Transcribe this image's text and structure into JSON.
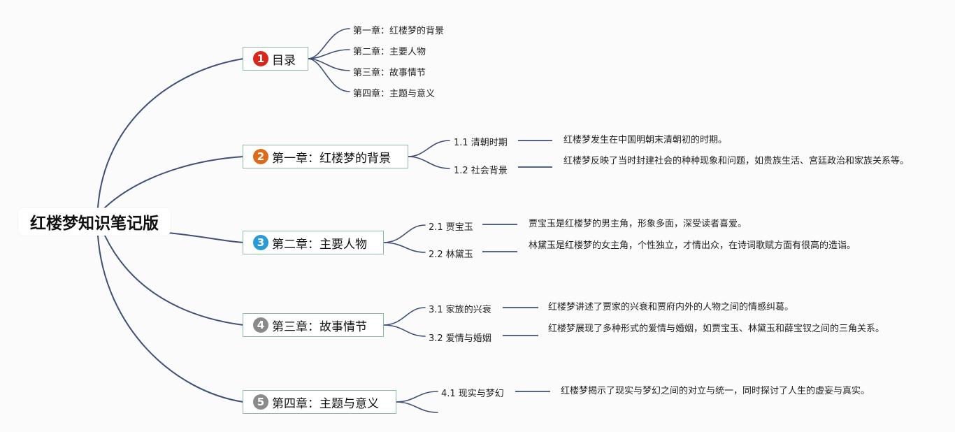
{
  "root": {
    "label": "红楼梦知识笔记版"
  },
  "colors": {
    "edge": "#3f4f7a",
    "node_border": "#8fb8a8",
    "badge_1": "#d8281b",
    "badge_2": "#e06a1b",
    "badge_3": "#2b9bd8",
    "badge_gray": "#8a8a8a"
  },
  "branches": [
    {
      "number": "1",
      "label": "目录",
      "items": [
        "第一章：红楼梦的背景",
        "第二章：主要人物",
        "第三章：故事情节",
        "第四章：主题与意义"
      ]
    },
    {
      "number": "2",
      "label": "第一章：红楼梦的背景",
      "children": [
        {
          "label": "1.1 清朝时期",
          "detail": "红楼梦发生在中国明朝末清朝初的时期。"
        },
        {
          "label": "1.2 社会背景",
          "detail": "红楼梦反映了当时封建社会的种种现象和问题，如贵族生活、宫廷政治和家族关系等。"
        }
      ]
    },
    {
      "number": "3",
      "label": "第二章：主要人物",
      "children": [
        {
          "label": "2.1 贾宝玉",
          "detail": "贾宝玉是红楼梦的男主角，形象多面，深受读者喜爱。"
        },
        {
          "label": "2.2 林黛玉",
          "detail": "林黛玉是红楼梦的女主角，个性独立，才情出众，在诗词歌赋方面有很高的造诣。"
        }
      ]
    },
    {
      "number": "4",
      "label": "第三章：故事情节",
      "children": [
        {
          "label": "3.1 家族的兴衰",
          "detail": "红楼梦讲述了贾家的兴衰和贾府内外的人物之间的情感纠葛。"
        },
        {
          "label": "3.2 爱情与婚姻",
          "detail": "红楼梦展现了多种形式的爱情与婚姻，如贾宝玉、林黛玉和薛宝钗之间的三角关系。"
        }
      ]
    },
    {
      "number": "5",
      "label": "第四章：主题与意义",
      "children": [
        {
          "label": "4.1 现实与梦幻",
          "detail": "红楼梦揭示了现实与梦幻之间的对立与统一，同时探讨了人生的虚妄与真实。"
        }
      ]
    }
  ]
}
